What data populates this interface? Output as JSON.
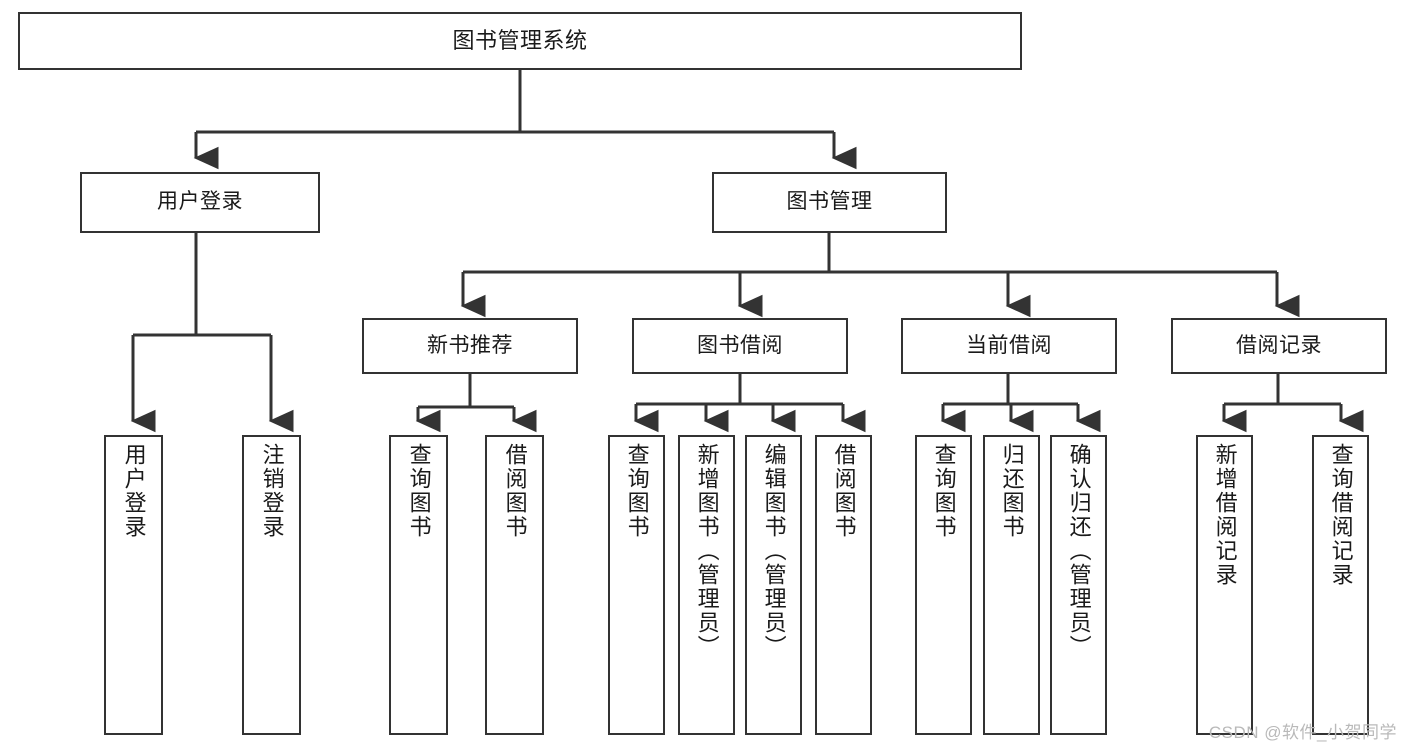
{
  "diagram": {
    "title": "图书管理系统",
    "type": "functional-structure-tree",
    "watermark": "CSDN @软件_小贺同学",
    "colors": {
      "stroke": "#333333",
      "fill": "#ffffff",
      "text": "#1a1a1a",
      "watermark": "#b9b9b9"
    },
    "nodes": {
      "root": "图书管理系统",
      "level1": {
        "user_login": "用户登录",
        "book_manage": "图书管理"
      },
      "level2": {
        "new_book_recommend": "新书推荐",
        "book_borrow": "图书借阅",
        "current_borrow": "当前借阅",
        "borrow_record": "借阅记录"
      },
      "leaves": {
        "user_login_children": [
          "用户登录",
          "注销登录"
        ],
        "new_book_recommend_children": [
          "查询图书",
          "借阅图书"
        ],
        "book_borrow_children": [
          "查询图书",
          "新增图书（管理员）",
          "编辑图书（管理员）",
          "借阅图书"
        ],
        "current_borrow_children": [
          "查询图书",
          "归还图书",
          "确认归还（管理员）"
        ],
        "borrow_record_children": [
          "新增借阅记录",
          "查询借阅记录"
        ]
      }
    },
    "edges": [
      {
        "from": "图书管理系统",
        "to": "用户登录"
      },
      {
        "from": "图书管理系统",
        "to": "图书管理"
      },
      {
        "from": "用户登录",
        "to": "用户登录"
      },
      {
        "from": "用户登录",
        "to": "注销登录"
      },
      {
        "from": "图书管理",
        "to": "新书推荐"
      },
      {
        "from": "图书管理",
        "to": "图书借阅"
      },
      {
        "from": "图书管理",
        "to": "当前借阅"
      },
      {
        "from": "图书管理",
        "to": "借阅记录"
      },
      {
        "from": "新书推荐",
        "to": "查询图书"
      },
      {
        "from": "新书推荐",
        "to": "借阅图书"
      },
      {
        "from": "图书借阅",
        "to": "查询图书"
      },
      {
        "from": "图书借阅",
        "to": "新增图书（管理员）"
      },
      {
        "from": "图书借阅",
        "to": "编辑图书（管理员）"
      },
      {
        "from": "图书借阅",
        "to": "借阅图书"
      },
      {
        "from": "当前借阅",
        "to": "查询图书"
      },
      {
        "from": "当前借阅",
        "to": "归还图书"
      },
      {
        "from": "当前借阅",
        "to": "确认归还（管理员）"
      },
      {
        "from": "借阅记录",
        "to": "新增借阅记录"
      },
      {
        "from": "借阅记录",
        "to": "查询借阅记录"
      }
    ]
  }
}
